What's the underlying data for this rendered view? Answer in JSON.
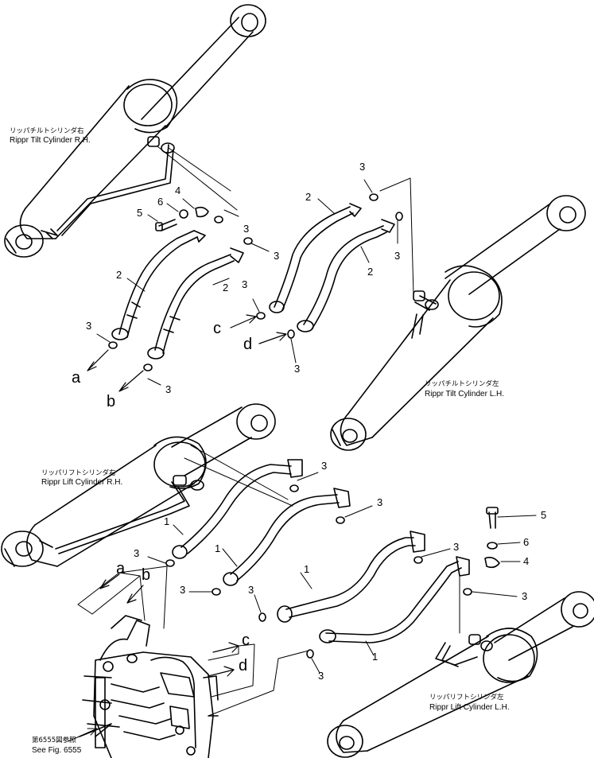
{
  "labels": {
    "tilt_rh_jp": "リッパチルトシリンダ右",
    "tilt_rh_en": "Rippr Tilt Cylinder R.H.",
    "tilt_lh_jp": "リッパチルトシリンダ左",
    "tilt_lh_en": "Rippr Tilt Cylinder L.H.",
    "lift_rh_jp": "リッパリフトシリンダ右",
    "lift_rh_en": "Rippr Lift Cylinder R.H.",
    "lift_lh_jp": "リッパリフトシリンダ左",
    "lift_lh_en": "Rippr Lift Cylinder L.H.",
    "see_fig_jp": "第6555図参照",
    "see_fig_en": "See Fig. 6555"
  },
  "callouts": {
    "one": "1",
    "two": "2",
    "three": "3",
    "four": "4",
    "five": "5",
    "six": "6"
  },
  "letters": {
    "a": "a",
    "b": "b",
    "c": "c",
    "d": "d"
  }
}
